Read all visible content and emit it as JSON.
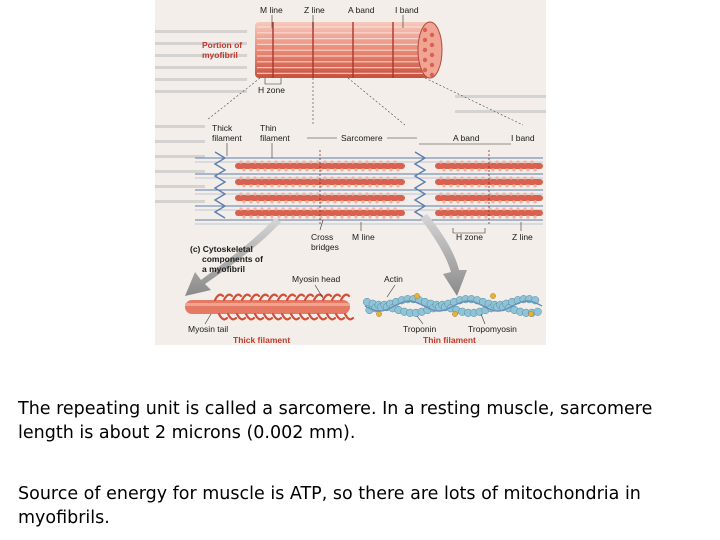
{
  "figure": {
    "top_labels": {
      "m_line": "M line",
      "z_line": "Z line",
      "a_band": "A band",
      "i_band": "I band",
      "portion_line1": "Portion of",
      "portion_line2": "myofibril",
      "h_zone": "H zone"
    },
    "middle_labels": {
      "thick_line1": "Thick",
      "thick_line2": "filament",
      "thin_line1": "Thin",
      "thin_line2": "filament",
      "sarcomere": "Sarcomere",
      "a_band": "A band",
      "i_band": "I band",
      "cross_line1": "Cross",
      "cross_line2": "bridges",
      "m_line": "M line",
      "h_zone": "H zone",
      "z_line": "Z line"
    },
    "panel_c": {
      "line1": "(c)  Cytoskeletal",
      "line2": "components of",
      "line3": "a myofibril"
    },
    "bottom_labels": {
      "myosin_head": "Myosin head",
      "actin": "Actin",
      "myosin_tail": "Myosin tail",
      "troponin": "Troponin",
      "tropomyosin": "Tropomyosin",
      "thick_filament": "Thick filament",
      "thin_filament": "Thin filament"
    },
    "colors": {
      "muscle_red": "#d9614f",
      "muscle_light": "#f2b3a4",
      "thin_blue": "#5c7fae",
      "actin_blue": "#8fc4d6",
      "troponin_gold": "#e7b23a",
      "label_red": "#c2392b",
      "arrow_gray": "#9a9a9a"
    }
  },
  "text": {
    "caption_1": "The repeating unit is called a sarcomere.  In a resting muscle, sarcomere length is about 2 microns (0.002 mm).",
    "caption_2": "Source of energy for muscle is ATP, so there are lots of mitochondria in myofibrils."
  }
}
